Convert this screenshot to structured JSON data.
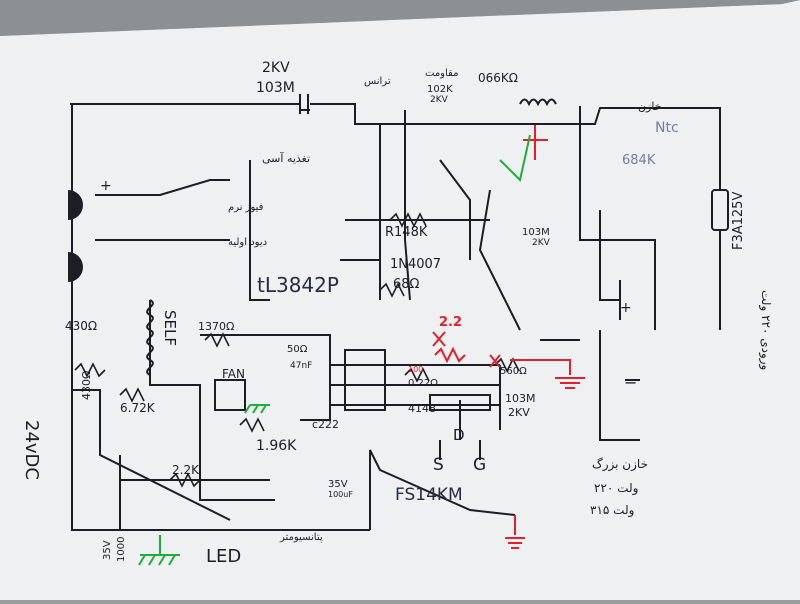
{
  "labels": {
    "cap_2kv": "2KV",
    "cap_103m_top": "103M",
    "plus_top_left": "+",
    "farsi_fuse_label": "فیوز نرم",
    "farsi_source": "تغذیه آسی",
    "farsi_diode": "دیود اولیه",
    "farsi_trans": "ترانس",
    "farsi_resistor_top": "مقاومت",
    "res_102k": "102K",
    "res_2kv_small": "2KV",
    "coil_066k": "066KΩ",
    "farsi_capacitor_ntc": "خازن",
    "ntc": "Ntc",
    "res_684k": "684K",
    "fuse_label": "F3A125V",
    "r148k": "R148K",
    "res_103m_2kv_a": "103M",
    "res_103m_2kv_b": "2KV",
    "in4007": "1N4007",
    "res_68": "68Ω",
    "ic_name": "tL3842P",
    "self_label": "SELF",
    "res_430_top": "430Ω",
    "res_1370": "1370Ω",
    "res_50": "50Ω",
    "res_47": "47nF",
    "fan": "FAN",
    "res_6_72k": "6.72K",
    "res_430_side": "430Ω",
    "res_2_2k": "2.2K",
    "res_1_96k": "1.96K",
    "c222": "c222",
    "res_4148": "4148",
    "res_022": "0.22Ω",
    "res_560": "560Ω",
    "res_103m_2kv_c": "103M",
    "res_2kv_c": "2KV",
    "red_2_2": "2.2",
    "red_100": "100",
    "pin_d": "D",
    "pin_s": "S",
    "pin_g": "G",
    "mosfet": "FS14KM",
    "cap_35v": "35V",
    "cap_100uf": "100uF",
    "cap_35v_bottom": "35V",
    "cap_1000": "1000",
    "led": "LED",
    "farsi_pot": "پتانسیومتر",
    "voltage_24": "24vDC",
    "pin_plus_right": "+",
    "pin_minus_right": "−",
    "farsi_big_cap_1": "خازن بزرگ",
    "farsi_big_cap_2": "۲۲۰ ولت",
    "farsi_big_cap_3": "ولت ۳۱۵",
    "farsi_input": "ورودی ۲۲۰ ولت"
  },
  "colors": {
    "paper": "#eef0f1",
    "ink": "#1d1d24",
    "red": "#e5202a",
    "green": "#1fae3d"
  }
}
